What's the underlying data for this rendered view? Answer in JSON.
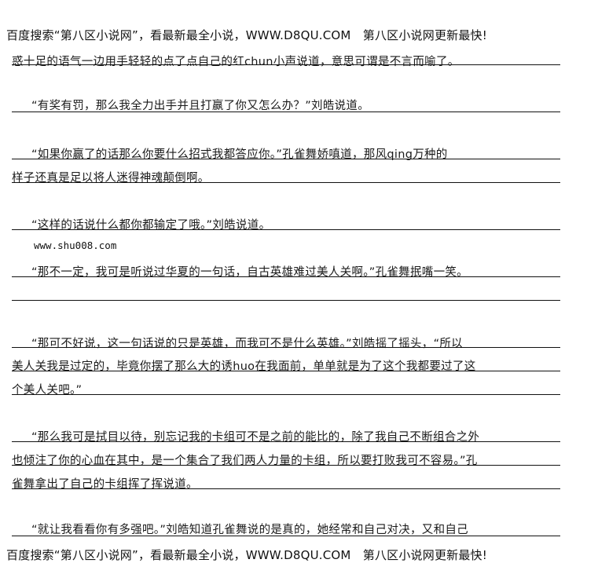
{
  "header_banner": "百度搜索“第八区小说网”，看最新最全小说，WWW.D8QU.COM　第八区小说网更新最快!",
  "footer_banner": "百度搜索“第八区小说网”，看最新最全小说，WWW.D8QU.COM　第八区小说网更新最快!",
  "watermark_url": "www.shu008.com",
  "lines": [
    "惑十足的语气一边用手轻轻的点了点自己的红chun小声说道，意思可谓是不言而喻了。",
    "“有奖有罚，那么我全力出手并且打赢了你又怎么办？”刘皓说道。",
    "“如果你赢了的话那么你要什么招式我都答应你。”孔雀舞娇嗔道，那风qing万种的",
    "样子还真是足以将人迷得神魂颠倒啊。",
    "“这样的话说什么都你都输定了哦。”刘皓说道。",
    "“那不一定，我可是听说过华夏的一句话，自古英雄难过美人关啊。”孔雀舞抿嘴一笑。",
    "“那可不好说，这一句话说的只是英雄，而我可不是什么英雄。”刘皓摇了摇头，“所以",
    "美人关我是过定的，毕竟你摆了那么大的诱huo在我面前，单单就是为了这个我都要过了这",
    "个美人关吧。”",
    "“那么我可是拭目以待，别忘记我的卡组可不是之前的能比的，除了我自己不断组合之外",
    "也倾注了你的心血在其中，是一个集合了我们两人力量的卡组，所以要打败我可不容易。”孔",
    "雀舞拿出了自己的卡组挥了挥说道。",
    "“就让我看看你有多强吧。”刘皓知道孔雀舞说的是真的，她经常和自己对决，又和自己"
  ]
}
